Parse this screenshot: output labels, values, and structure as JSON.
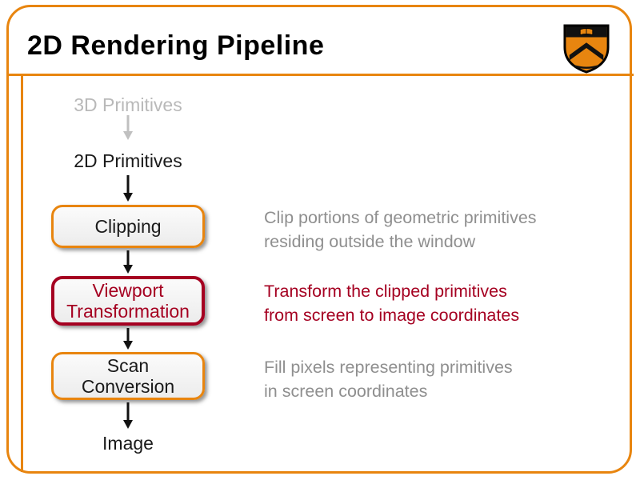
{
  "header": {
    "title": "2D Rendering Pipeline",
    "logo": "princeton-shield"
  },
  "pipeline": {
    "start_label": "3D Primitives",
    "second_label": "2D Primitives",
    "end_label": "Image",
    "stages": [
      {
        "label": "Clipping",
        "highlighted": false,
        "description": "Clip portions of geometric primitives\nresiding outside the window"
      },
      {
        "label": "Viewport\nTransformation",
        "highlighted": true,
        "description": "Transform the clipped primitives\nfrom screen to image coordinates"
      },
      {
        "label": "Scan\nConversion",
        "highlighted": false,
        "description": "Fill pixels representing primitives\nin screen coordinates"
      }
    ]
  },
  "colors": {
    "accent_orange": "#E8850F",
    "highlight_red": "#A50021",
    "muted_gray": "#8f8f8f",
    "faded_gray": "#b9b9b9"
  }
}
